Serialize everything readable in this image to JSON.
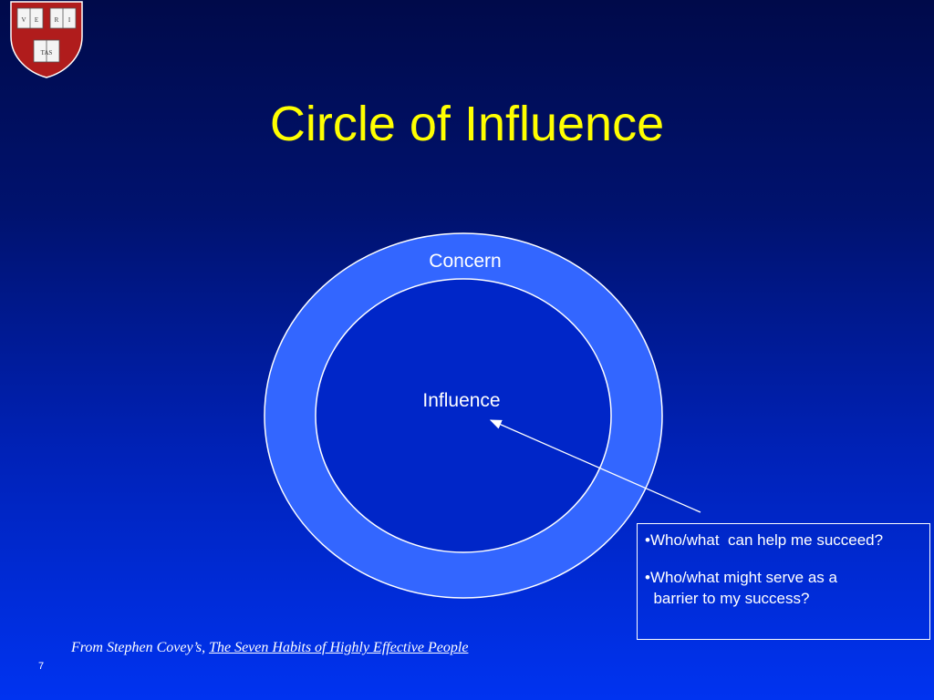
{
  "slide": {
    "title": "Circle of Influence",
    "page_number": "7"
  },
  "seal": {
    "letters_top_left": "VE",
    "letters_top_right": "RI",
    "letters_bottom": "TAS",
    "color": "#b01c1c"
  },
  "diagram": {
    "outer_label": "Concern",
    "inner_label": "Influence",
    "ring_color": "#3366ff"
  },
  "questions": {
    "item1": "•Who/what  can help me succeed?",
    "item2_line1": "•Who/what might serve as a",
    "item2_line2": "  barrier to my success?"
  },
  "citation": {
    "prefix": "From Stephen Covey’s, ",
    "book_title": "The Seven Habits of Highly Effective People"
  }
}
